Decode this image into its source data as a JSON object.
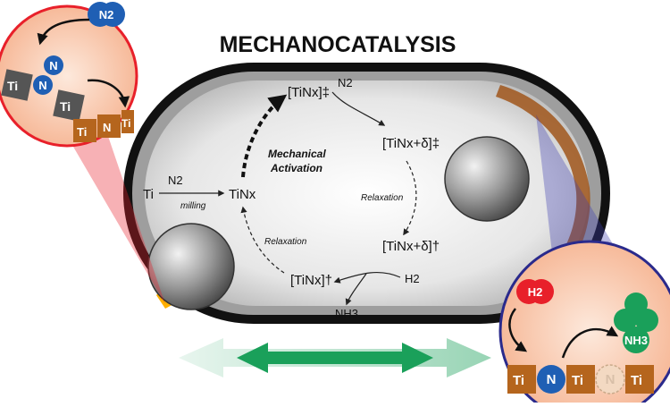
{
  "title": "MECHANOCATALYSIS",
  "cycle": {
    "reactant": "Ti",
    "feed_gas": "N2",
    "milling_label": "milling",
    "intermediate": "TiNx",
    "activation_label_line1": "Mechanical",
    "activation_label_line2": "Activation",
    "activated_state": "[TiNx]‡",
    "excited_state": "[TiNx+δ]‡",
    "relaxed_state": "[TiNx+δ]†",
    "returning_state": "[TiNx]†",
    "relaxation_right": "Relaxation",
    "relaxation_left": "Relaxation",
    "gas_in_top": "N2",
    "gas_in_bottom": "H2",
    "product": "NH3"
  },
  "inset_left": {
    "molecule": "N2",
    "adsorbed_atoms": [
      "N",
      "N"
    ],
    "surface_atoms_before": [
      "Ti",
      "Ti"
    ],
    "surface_atoms_after": [
      "Ti",
      "N",
      "Ti"
    ]
  },
  "inset_right": {
    "reactant_molecule": "H2",
    "product_molecule": "NH3",
    "surface_atoms": [
      "Ti",
      "N",
      "Ti",
      "N",
      "Ti"
    ]
  },
  "colors": {
    "left_inset_border": "#e8202a",
    "right_inset_border": "#2a2a8c",
    "nitrogen_blue": "#1f5fb4",
    "titanium_grey": "#555555",
    "titanium_nitride_brown": "#b5651d",
    "hydrogen_red": "#e8202a",
    "ammonia_green": "#1aa05a",
    "arrow_green": "#1aa05a"
  }
}
